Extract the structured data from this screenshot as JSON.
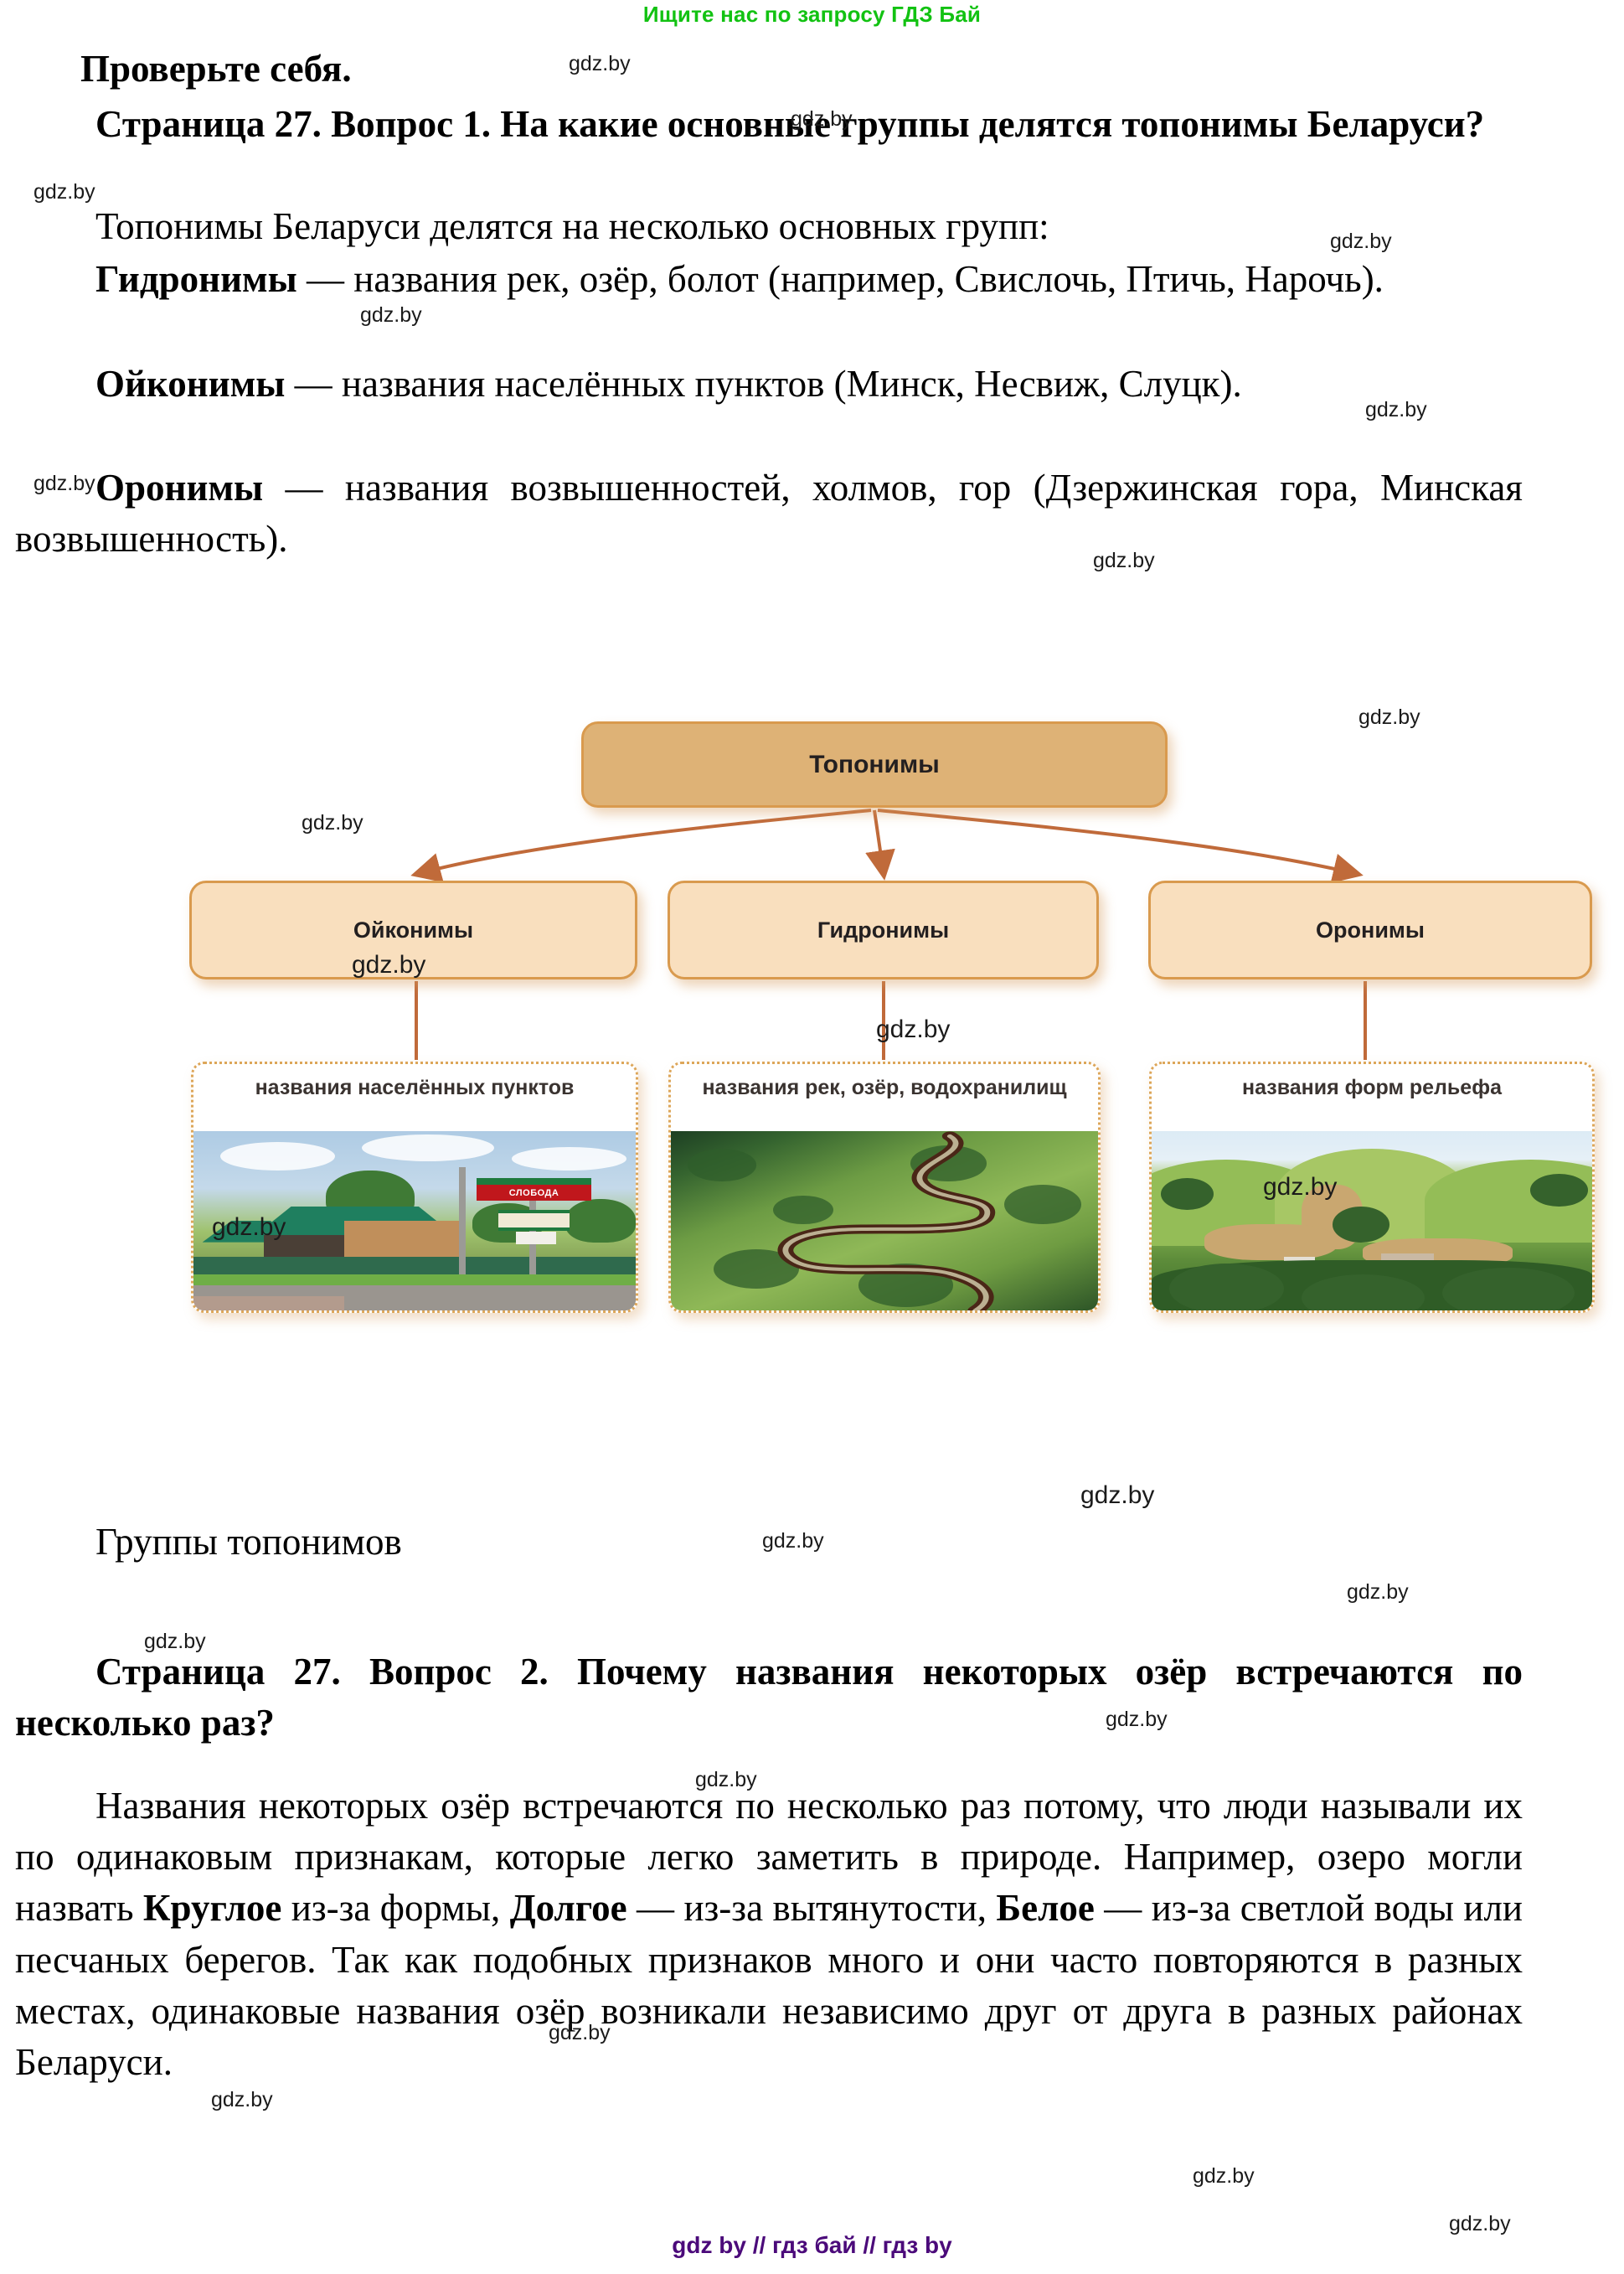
{
  "promo": {
    "text": "Ищите нас по запросу ГДЗ Бай"
  },
  "headings": {
    "check_yourself": "Проверьте себя.",
    "q1": "Страница 27. Вопрос 1. На какие основные группы делятся топонимы Беларуси?",
    "q2": "Страница 27. Вопрос 2. Почему названия некоторых озёр встречаются по несколько раз?"
  },
  "answer1": {
    "intro": "Топонимы Беларуси делятся на несколько основных групп:",
    "items": [
      {
        "term": "Гидронимы",
        "dash": " — ",
        "text": "названия рек, озёр, болот (например, Свислочь, Птичь, Нарочь)."
      },
      {
        "term": "Ойконимы",
        "dash": " — ",
        "text": "названия населённых пунктов (Минск, Несвиж, Слуцк)."
      },
      {
        "term": "Оронимы",
        "dash": " — ",
        "text": "названия возвышенностей, холмов, гор (Дзержинская гора, Минская возвышенность)."
      }
    ]
  },
  "diagram": {
    "root": "Топонимы",
    "caption": "Группы топонимов",
    "branches": [
      {
        "title": "Ойконимы",
        "subtitle": "названия населённых пунктов",
        "photo_alt": "village-house-with-sloboda-road-sign",
        "sign_text": "СЛОБОДА"
      },
      {
        "title": "Гидронимы",
        "subtitle": "названия рек, озёр, водохранилищ",
        "photo_alt": "aerial-meandering-river"
      },
      {
        "title": "Оронимы",
        "subtitle": "названия форм рельефа",
        "photo_alt": "green-hills-landscape"
      }
    ],
    "colors": {
      "root_fill": "#deb276",
      "level2_fill": "#f9dfbe",
      "border": "#d99a4e",
      "connector": "#c06a3a"
    }
  },
  "answer2": {
    "p1_a": "Названия некоторых озёр встречаются по несколько раз потому, что люди называли их по одинаковым признакам, которые легко заметить в природе. Например, озеро могли назвать ",
    "bold1": "Круглое",
    "p1_b": " из-за формы, ",
    "bold2": "Долгое",
    "p1_c": " — из-за вытянутости, ",
    "bold3": "Белое",
    "p1_d": " — из-за светлой воды или песчаных берегов. Так как подобных признаков много и они часто повторяются в разных местах, одинаковые названия озёр возникали независимо друг от друга в разных районах Беларуси."
  },
  "watermark": {
    "label": "gdz.by"
  },
  "footer": {
    "text": "gdz by  //  гдз бай  //  гдз by",
    "color": "#4b0a7a"
  }
}
